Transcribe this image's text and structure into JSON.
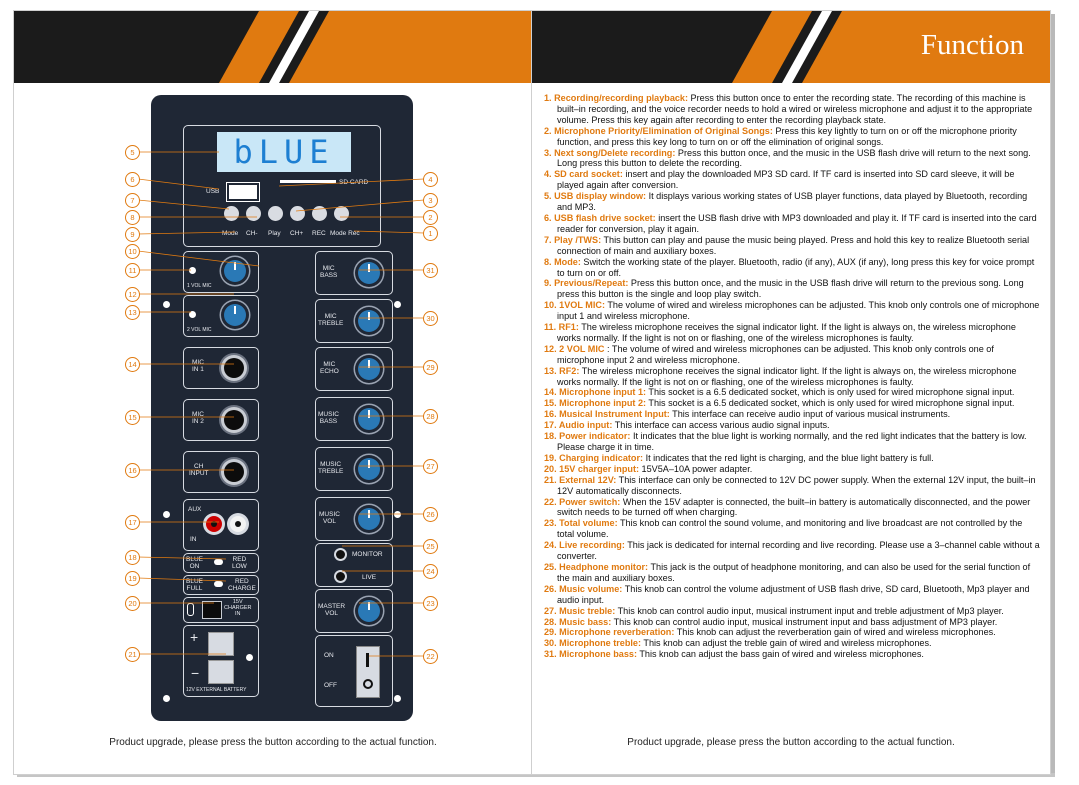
{
  "header": {
    "title": "Function"
  },
  "footnote": "Product upgrade, please press the button according to the actual function.",
  "colors": {
    "accent": "#e07a10",
    "panel": "#1f2735",
    "header": "#1b1b1b",
    "display": "#1d7fd2",
    "knob": "#2a79b6"
  },
  "panel": {
    "display_text": "bLUE",
    "usb_label": "USB",
    "sd_label": "SD CARD",
    "buttons": [
      "Mode",
      "CH-",
      "Play",
      "CH+",
      "REC",
      "Mode Rec"
    ],
    "vol_mic1": "1 VOL MIC",
    "vol_mic2": "2 VOL MIC",
    "mic_in1": "MIC\nIN 1",
    "mic_in2": "MIC\nIN 2",
    "ch_input": "CH\nINPUT",
    "aux": "AUX",
    "aux_in": "IN",
    "power_ind_left": "BLUE\nON",
    "power_ind_right": "RED\nLOW",
    "charge_ind_left": "BLUE\nFULL",
    "charge_ind_right": "RED\nCHARGE",
    "charger": "15V\nCHARGER\nIN",
    "battery": "12V EXTERNAL BATTERY",
    "right_knobs": [
      "MIC\nBASS",
      "MIC\nTREBLE",
      "MIC\nECHO",
      "MUSIC\nBASS",
      "MUSIC\nTREBLE",
      "MUSIC\nVOL"
    ],
    "monitor": "MONITOR",
    "live": "LIVE",
    "master_vol": "MASTER\nVOL",
    "on": "ON",
    "off": "OFF"
  },
  "callouts_left": [
    "5",
    "6",
    "7",
    "8",
    "9",
    "10",
    "11",
    "12",
    "13",
    "14",
    "15",
    "16",
    "17",
    "18",
    "19",
    "20",
    "21"
  ],
  "callouts_right": [
    "4",
    "3",
    "2",
    "1",
    "31",
    "30",
    "29",
    "28",
    "27",
    "26",
    "25",
    "24",
    "23",
    "22"
  ],
  "functions": [
    {
      "n": "1.",
      "t": "Recording/recording playback:",
      "d": " Press this button once to enter the recording state. The recording of this machine is built–in recording, and the voice recorder needs to hold a wired or wireless microphone and adjust it to the appropriate volume. Press this key again after recording to enter the recording playback state."
    },
    {
      "n": "2.",
      "t": "Microphone Priority/Elimination of Original Songs:",
      "d": " Press this key lightly to turn on or off the microphone priority function, and press this key long to turn on or off the elimination of original songs."
    },
    {
      "n": "3.",
      "t": "Next song/Delete recording:",
      "d": " Press this button once, and the music in the USB flash drive will return to the next song. Long press this button to delete the recording."
    },
    {
      "n": "4.",
      "t": "SD card socket:",
      "d": " insert and play the downloaded MP3 SD card. If TF card is inserted into SD card sleeve, it will be played again after conversion."
    },
    {
      "n": "5.",
      "t": "USB display window:",
      "d": " It displays various working states of USB player functions, data played by Bluetooth, recording and MP3."
    },
    {
      "n": "6.",
      "t": "USB flash drive socket:",
      "d": " insert the USB flash drive with MP3 downloaded and play it. If TF card is inserted into the card reader for conversion, play it again."
    },
    {
      "n": "7.",
      "t": "Play /TWS:",
      "d": " This button can play and pause the music being played. Press and hold this key to realize Bluetooth serial connection of main and auxiliary boxes."
    },
    {
      "n": "8.",
      "t": "Mode:",
      "d": " Switch the working state of the player. Bluetooth, radio (if any), AUX (if any), long press this key for voice prompt to turn on or off."
    },
    {
      "n": "9.",
      "t": "Previous/Repeat:",
      "d": " Press this button once, and the music in the USB flash drive will return to the previous song. Long press this button is the single and loop play switch."
    },
    {
      "n": "10.",
      "t": "1VOL MIC:",
      "d": " The volume of wired and wireless microphones can be adjusted. This knob only controls one of microphone input 1 and wireless microphone."
    },
    {
      "n": "11.",
      "t": "RF1:",
      "d": " The wireless microphone receives the signal indicator light. If the light is always on, the wireless microphone works normally. If the light is not on or flashing, one of the wireless microphones is faulty."
    },
    {
      "n": "12.",
      "t": "2 VOL MIC",
      "d": " : The volume of wired and wireless microphones can be adjusted. This knob only controls one of microphone input 2 and wireless microphone."
    },
    {
      "n": "13.",
      "t": "RF2:",
      "d": " The wireless microphone receives the signal indicator light. If the light is always on, the wireless microphone works normally. If the light is not on or flashing, one of the wireless microphones is faulty."
    },
    {
      "n": "14.",
      "t": "Microphone input 1:",
      "d": " This socket is a 6.5 dedicated socket, which is only used for wired microphone signal input."
    },
    {
      "n": "15.",
      "t": "Microphone input 2:",
      "d": " This socket is a 6.5 dedicated socket, which is only used for wired microphone signal input."
    },
    {
      "n": "16.",
      "t": "Musical Instrument Input:",
      "d": " This interface can receive audio input of various musical instruments."
    },
    {
      "n": "17.",
      "t": "Audio input:",
      "d": " This interface can access various audio signal inputs."
    },
    {
      "n": "18.",
      "t": "Power indicator:",
      "d": " It indicates that the blue light is working normally, and the red light indicates that the battery is low. Please charge it in time."
    },
    {
      "n": "19.",
      "t": "Charging indicator:",
      "d": " It indicates that the red light is charging, and the blue light battery is full."
    },
    {
      "n": "20.",
      "t": "15V charger input:",
      "d": " 15V5A–10A power adapter."
    },
    {
      "n": "21.",
      "t": "External 12V:",
      "d": " This interface can only be connected to 12V DC power supply. When the external 12V input, the built–in 12V automatically disconnects."
    },
    {
      "n": "22.",
      "t": "Power switch:",
      "d": " When the 15V adapter is connected, the built–in battery is automatically disconnected, and the power switch needs to be turned off when charging."
    },
    {
      "n": "23.",
      "t": "Total volume:",
      "d": " This knob can control the sound volume, and monitoring and live broadcast are not controlled by the total volume."
    },
    {
      "n": "24.",
      "t": "Live recording:",
      "d": " This jack is dedicated for internal recording and live recording. Please use a 3–channel cable without a converter."
    },
    {
      "n": "25.",
      "t": "Headphone monitor:",
      "d": " This jack is the output of headphone monitoring, and can also be used for the serial function of the main and auxiliary boxes."
    },
    {
      "n": "26.",
      "t": "Music volume:",
      "d": " This knob can control the volume adjustment of USB flash drive, SD card, Bluetooth, Mp3 player and audio input."
    },
    {
      "n": "27.",
      "t": "Music treble:",
      "d": " This knob can control audio input, musical instrument input and treble adjustment of Mp3 player."
    },
    {
      "n": "28.",
      "t": "Music bass:",
      "d": " This knob can control audio input, musical instrument input and bass adjustment of MP3 player."
    },
    {
      "n": "29.",
      "t": "Microphone reverberation:",
      "d": " This knob can adjust the reverberation gain of wired and wireless microphones."
    },
    {
      "n": "30.",
      "t": "Microphone treble:",
      "d": " This knob can adjust the treble gain of wired and wireless microphones."
    },
    {
      "n": "31.",
      "t": "Microphone bass:",
      "d": " This knob can adjust the bass gain of wired and wireless microphones."
    }
  ]
}
